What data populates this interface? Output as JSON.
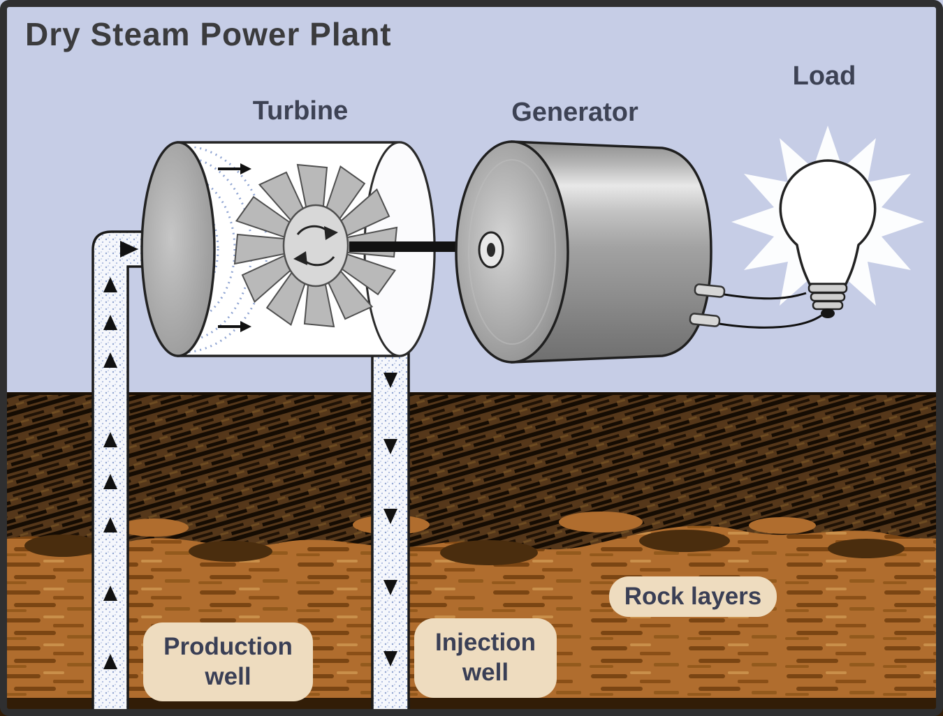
{
  "title": "Dry Steam Power Plant",
  "labels": {
    "turbine": "Turbine",
    "generator": "Generator",
    "load": "Load"
  },
  "callouts": {
    "production_well": "Production well",
    "injection_well": "Injection well",
    "rock_layers": "Rock layers"
  },
  "colors": {
    "sky": "#c6cde6",
    "soil_dark": "#55371a",
    "soil_light": "#b06d2e",
    "callout_bg": "#eedcbf",
    "callout_text": "#3a3f55",
    "steam_blue": "#8fa4d2",
    "machine_gray": "#9a9a9a",
    "outline_black": "#1f1f1f"
  }
}
